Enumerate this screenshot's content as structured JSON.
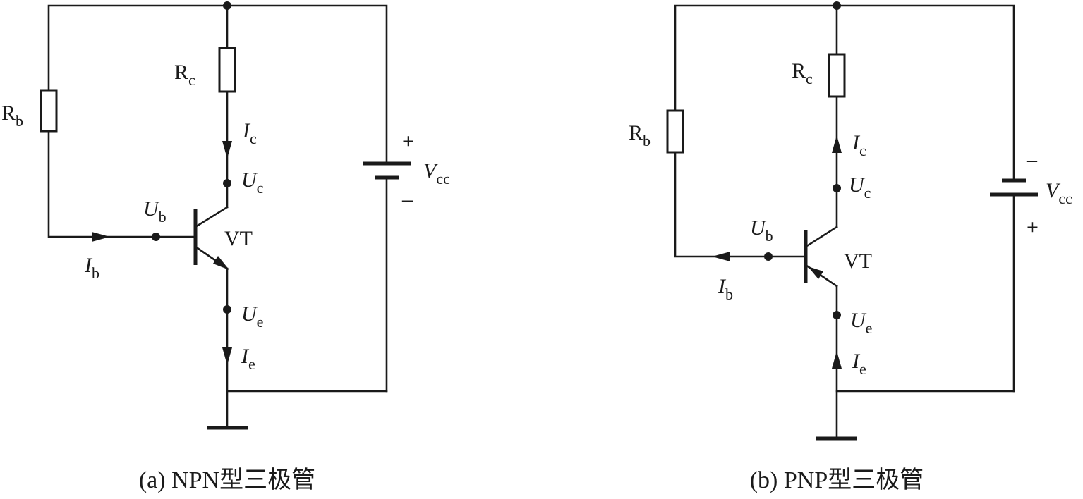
{
  "circuits": [
    {
      "id": "a",
      "caption": "(a) NPN型三极管",
      "labels": {
        "rb": {
          "main": "R",
          "sub": "b"
        },
        "rc": {
          "main": "R",
          "sub": "c"
        },
        "ic": {
          "main": "I",
          "sub": "c"
        },
        "uc": {
          "main": "U",
          "sub": "c"
        },
        "ub": {
          "main": "U",
          "sub": "b"
        },
        "ib": {
          "main": "I",
          "sub": "b"
        },
        "ue": {
          "main": "U",
          "sub": "e"
        },
        "ie": {
          "main": "I",
          "sub": "e"
        },
        "vt": "VT",
        "vcc": {
          "main": "V",
          "sub": "cc"
        },
        "plus": "+",
        "minus": "–"
      }
    },
    {
      "id": "b",
      "caption": "(b) PNP型三极管",
      "labels": {
        "rb": {
          "main": "R",
          "sub": "b"
        },
        "rc": {
          "main": "R",
          "sub": "c"
        },
        "ic": {
          "main": "I",
          "sub": "c"
        },
        "uc": {
          "main": "U",
          "sub": "c"
        },
        "ub": {
          "main": "U",
          "sub": "b"
        },
        "ib": {
          "main": "I",
          "sub": "b"
        },
        "ue": {
          "main": "U",
          "sub": "e"
        },
        "ie": {
          "main": "I",
          "sub": "e"
        },
        "vt": "VT",
        "vcc": {
          "main": "V",
          "sub": "cc"
        },
        "plus": "+",
        "minus": "–"
      }
    }
  ]
}
